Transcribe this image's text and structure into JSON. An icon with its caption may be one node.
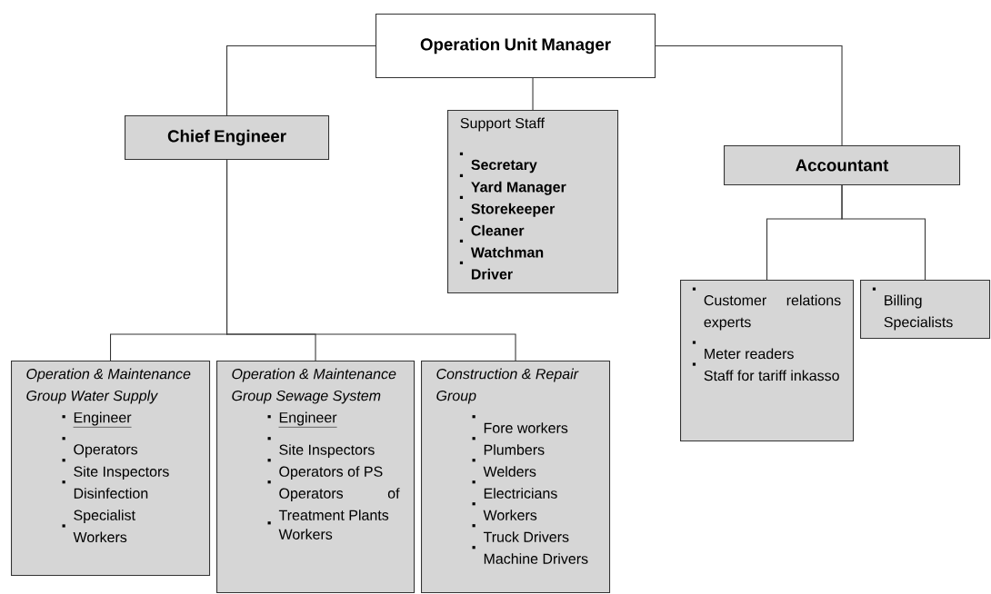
{
  "diagram": {
    "nodes": [
      {
        "text": [
          "Operation Unit Manager"
        ]
      },
      {
        "text": [
          "Chief Engineer"
        ]
      },
      {
        "text": [
          "Support Staff",
          "Secretary",
          "Yard Manager",
          "Storekeeper",
          "Cleaner",
          "Watchman",
          "Driver"
        ]
      },
      {
        "text": [
          "Accountant"
        ]
      },
      {
        "text": [
          "Operation & Maintenance Group Water Supply",
          "Engineer",
          "Operators",
          "Site Inspectors",
          "Disinfection Specialist",
          "Workers"
        ]
      },
      {
        "text": [
          "Operation & Maintenance Group Sewage System",
          "Engineer",
          "Site Inspectors",
          "Operators of PS",
          "Operators of Treatment Plants",
          "Workers"
        ]
      },
      {
        "text": [
          "Construction & Repair Group",
          "Fore workers",
          "Plumbers",
          "Welders",
          "Electricians",
          "Workers",
          "Truck Drivers",
          "Machine Drivers"
        ]
      },
      {
        "text": [
          "Customer relations experts",
          "Meter readers",
          "Staff for tariff inkasso"
        ]
      },
      {
        "text": [
          "Billing Specialists"
        ]
      }
    ],
    "edges": [
      {
        "from": 0,
        "to": 1,
        "arrow": "none"
      },
      {
        "from": 0,
        "to": 2,
        "arrow": "none"
      },
      {
        "from": 0,
        "to": 3,
        "arrow": "none"
      },
      {
        "from": 1,
        "to": 4,
        "arrow": "none"
      },
      {
        "from": 1,
        "to": 5,
        "arrow": "none"
      },
      {
        "from": 1,
        "to": 6,
        "arrow": "none"
      },
      {
        "from": 3,
        "to": 7,
        "arrow": "none"
      },
      {
        "from": 3,
        "to": 8,
        "arrow": "none"
      }
    ]
  }
}
